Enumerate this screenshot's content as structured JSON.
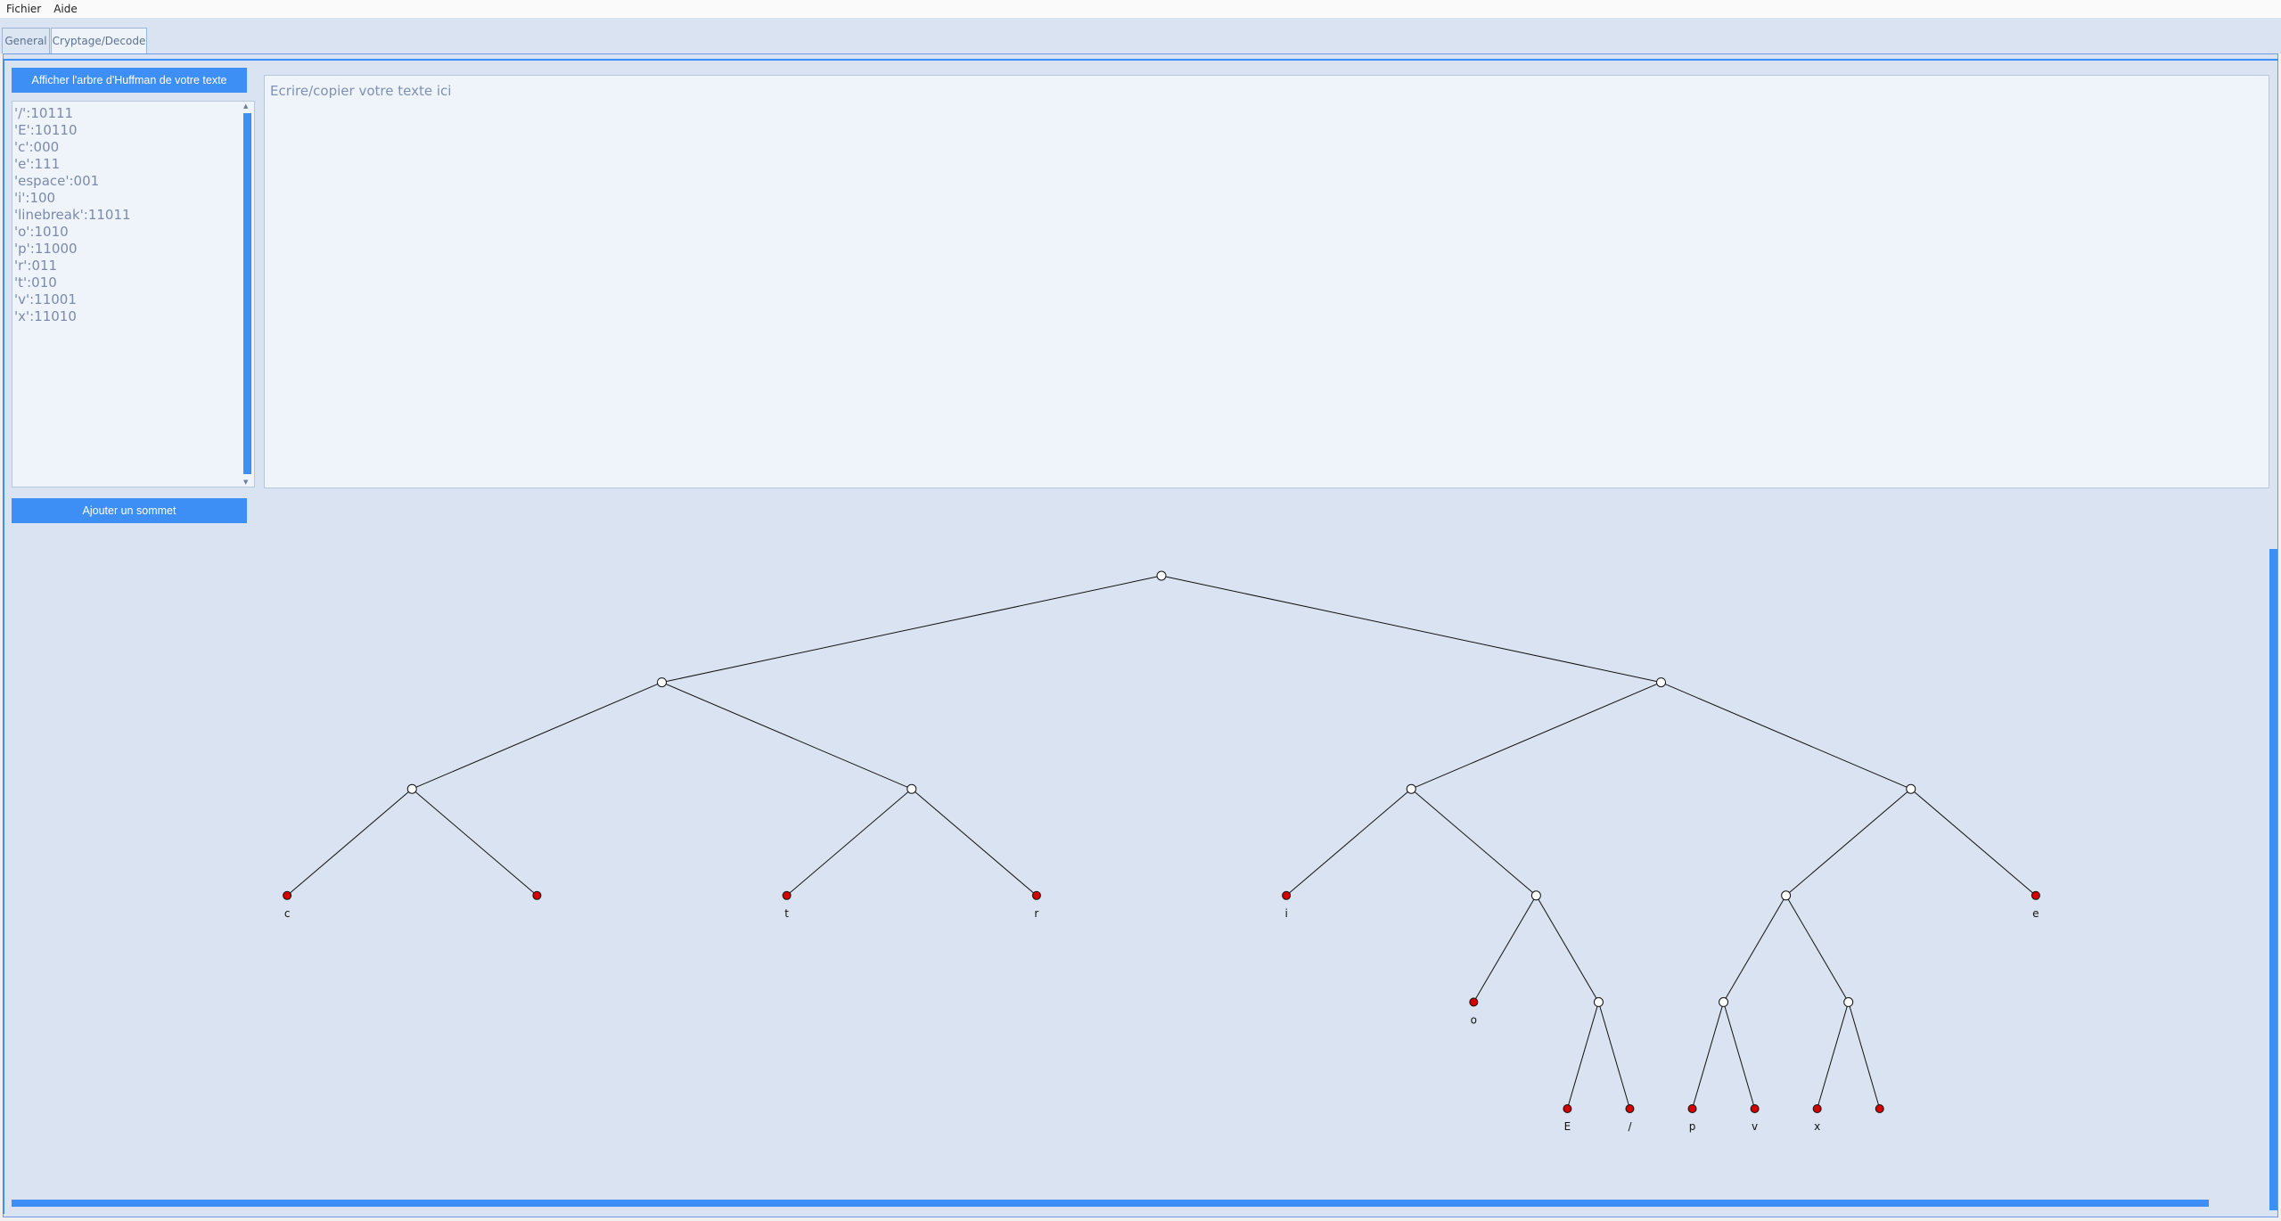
{
  "menu": {
    "items": [
      "Fichier",
      "Aide"
    ]
  },
  "tabs": [
    {
      "label": "General",
      "active": false
    },
    {
      "label": "Cryptage/Decode",
      "active": true
    }
  ],
  "buttons": {
    "show_tree": "Afficher l'arbre d'Huffman de votre texte",
    "add_node": "Ajouter un sommet"
  },
  "code_list": [
    "'/':10111",
    "'E':10110",
    "'c':000",
    "'e':111",
    "'espace':001",
    "'i':100",
    "'linebreak':11011",
    "'o':1010",
    "'p':11000",
    "'r':011",
    "'t':010",
    "'v':11001",
    "'x':11010"
  ],
  "text_input": {
    "placeholder": "Ecrire/copier votre texte ici",
    "value": ""
  },
  "colors": {
    "accent": "#3d8ef5",
    "leaf": "#d40000",
    "background": "#dae3f1"
  },
  "tree": {
    "root": {
      "children": [
        {
          "children": [
            {
              "children": [
                {
                  "label": "c"
                },
                {
                  "label": ""
                }
              ]
            },
            {
              "children": [
                {
                  "label": "t"
                },
                {
                  "label": "r"
                }
              ]
            }
          ]
        },
        {
          "children": [
            {
              "children": [
                {
                  "label": "i"
                },
                {
                  "children": [
                    {
                      "label": "o"
                    },
                    {
                      "children": [
                        {
                          "label": "E"
                        },
                        {
                          "label": "/"
                        }
                      ]
                    }
                  ]
                }
              ]
            },
            {
              "children": [
                {
                  "children": [
                    {
                      "children": [
                        {
                          "label": "p"
                        },
                        {
                          "label": "v"
                        }
                      ]
                    },
                    {
                      "children": [
                        {
                          "label": "x"
                        },
                        {
                          "label": ""
                        }
                      ]
                    }
                  ]
                },
                {
                  "label": "e"
                }
              ]
            }
          ]
        }
      ]
    }
  }
}
